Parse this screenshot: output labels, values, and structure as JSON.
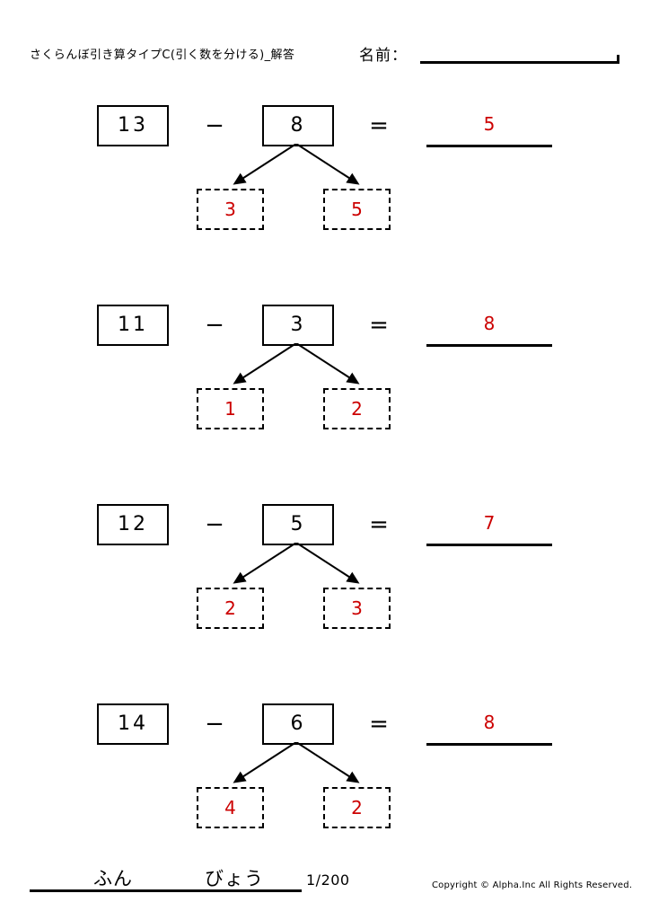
{
  "header": {
    "title": "さくらんぼ引き算タイプC(引く数を分ける)_解答",
    "name_label": "名前："
  },
  "operators": {
    "minus": "−",
    "equals": "="
  },
  "problems": [
    {
      "minuend": "13",
      "subtrahend": "8",
      "answer": "5",
      "part_left": "3",
      "part_right": "5"
    },
    {
      "minuend": "11",
      "subtrahend": "3",
      "answer": "8",
      "part_left": "1",
      "part_right": "2"
    },
    {
      "minuend": "12",
      "subtrahend": "5",
      "answer": "7",
      "part_left": "2",
      "part_right": "3"
    },
    {
      "minuend": "14",
      "subtrahend": "6",
      "answer": "8",
      "part_left": "4",
      "part_right": "2"
    }
  ],
  "footer": {
    "minutes_label": "ふん",
    "seconds_label": "びょう",
    "page_number": "1/200",
    "copyright": "Copyright © Alpha.Inc All Rights Reserved."
  },
  "colors": {
    "answer_red": "#cc0000",
    "ink_black": "#000000",
    "paper": "#ffffff"
  }
}
